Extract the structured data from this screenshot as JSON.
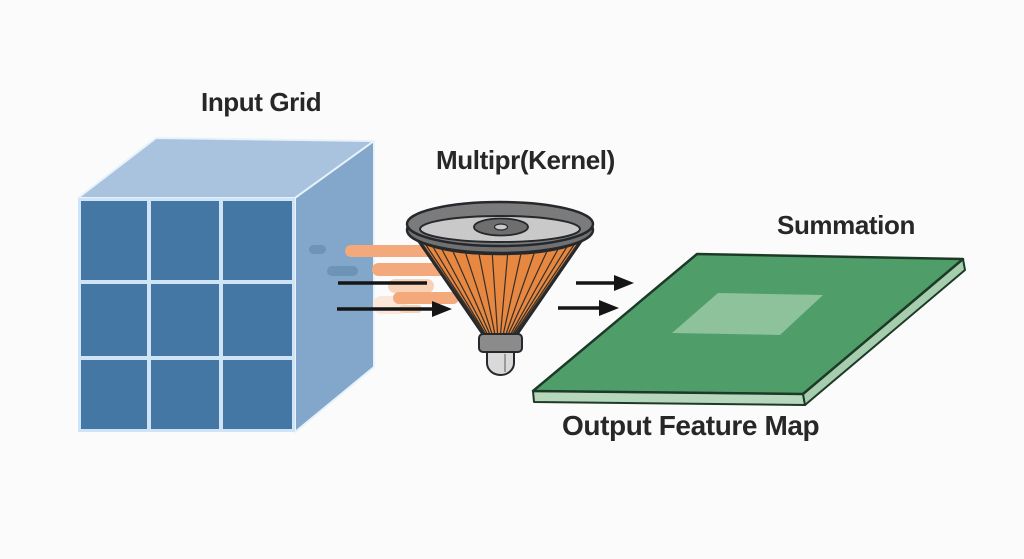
{
  "diagram": {
    "labels": {
      "input_grid": "Input Grid",
      "kernel": "Multipr(Kernel)",
      "summation": "Summation",
      "output_feature_map": "Output Feature Map"
    },
    "nodes": [
      {
        "id": "input-grid-cube",
        "shape": "3x3 gridded cube",
        "label": "Input Grid"
      },
      {
        "id": "kernel-funnel",
        "shape": "funnel",
        "label": "Multipr(Kernel)"
      },
      {
        "id": "output-plate",
        "shape": "flat plate with highlighted patch",
        "label": "Output Feature Map",
        "annotation": "Summation"
      }
    ],
    "flow": [
      "input-grid-cube",
      "kernel-funnel",
      "output-plate"
    ]
  },
  "colors": {
    "background": "#fbfbfb",
    "label_text": "#272727",
    "cube_top": "#a9c3df",
    "cube_right": "#83a7ca",
    "cube_cell": "#4577a5",
    "cube_grid": "#cfe4f6",
    "cube_pill": "#6d93b5",
    "streak": "#f3a97b",
    "streak_light": "#f8d2b6",
    "streak_pale": "#fbe7da",
    "arrow": "#151515",
    "funnel_cone": "#e8873f",
    "funnel_rib": "#33302b",
    "funnel_rim": "#717171",
    "funnel_rim_face": "#c9c9c9",
    "funnel_hub": "#6e6e6e",
    "funnel_hub_hole": "#c9c9c9",
    "funnel_collar": "#8b8b8b",
    "funnel_spout": "#d9d9d9",
    "funnel_outline": "#25282c",
    "plate_top": "#4f9e6a",
    "plate_patch": "#93c5a0",
    "plate_side_front": "#b7d7bc",
    "plate_side_right": "#a6cdad",
    "plate_outline": "#1d3a27"
  }
}
